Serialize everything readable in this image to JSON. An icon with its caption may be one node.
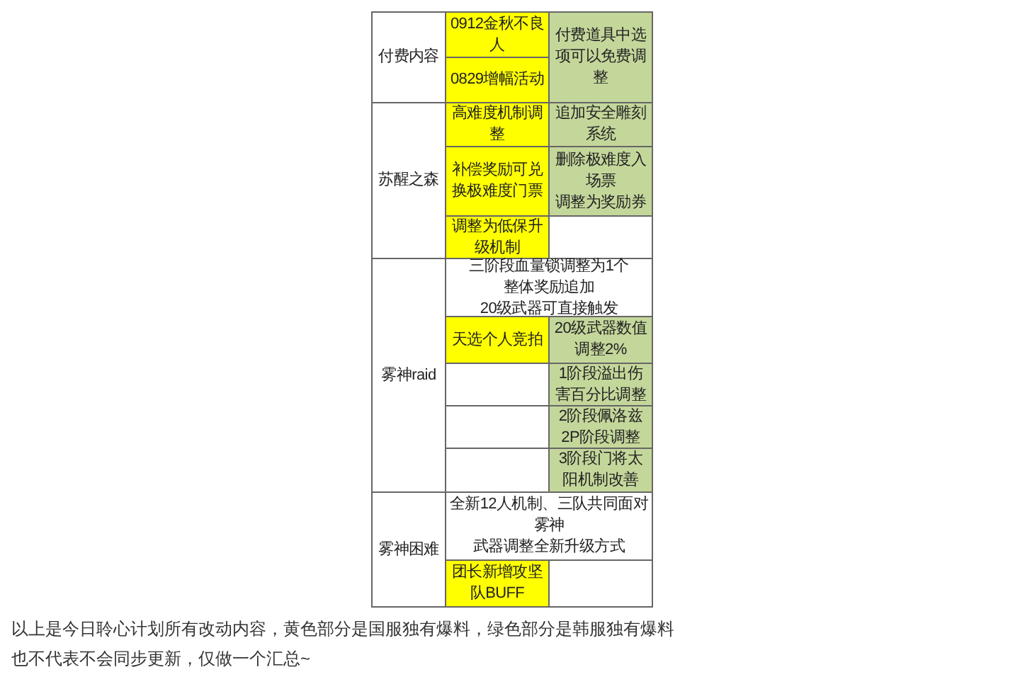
{
  "diagram": {
    "caption": "以上是今日聆心计划所有改动内容，黄色部分是国服独有爆料，绿色部分是韩服独有爆料也不代表不会同步更新，仅做一个汇总~",
    "labels": [
      "付费内容",
      "0912金秋不良人",
      "付费道具中选项可以免费调整",
      "0829增幅活动",
      "苏醒之森",
      "高难度机制调整",
      "追加安全雕刻系统",
      "补偿奖励可兑换极难度门票",
      "删除极难度入场票",
      "调整为奖励券",
      "调整为低保升级机制",
      "雾神raid",
      "三阶段血量锁调整为1个",
      "整体奖励追加",
      "20级武器可直接触发",
      "天选个人竞拍",
      "20级武器数值调整2%",
      "1阶段溢出伤害百分比调整",
      "2阶段佩洛兹2P阶段调整",
      "3阶段门将太阳机制改善",
      "雾神困难",
      "全新12人机制、三队共同面对雾神",
      "武器调整全新升级方式",
      "团长新增攻坚队BUFF"
    ]
  }
}
